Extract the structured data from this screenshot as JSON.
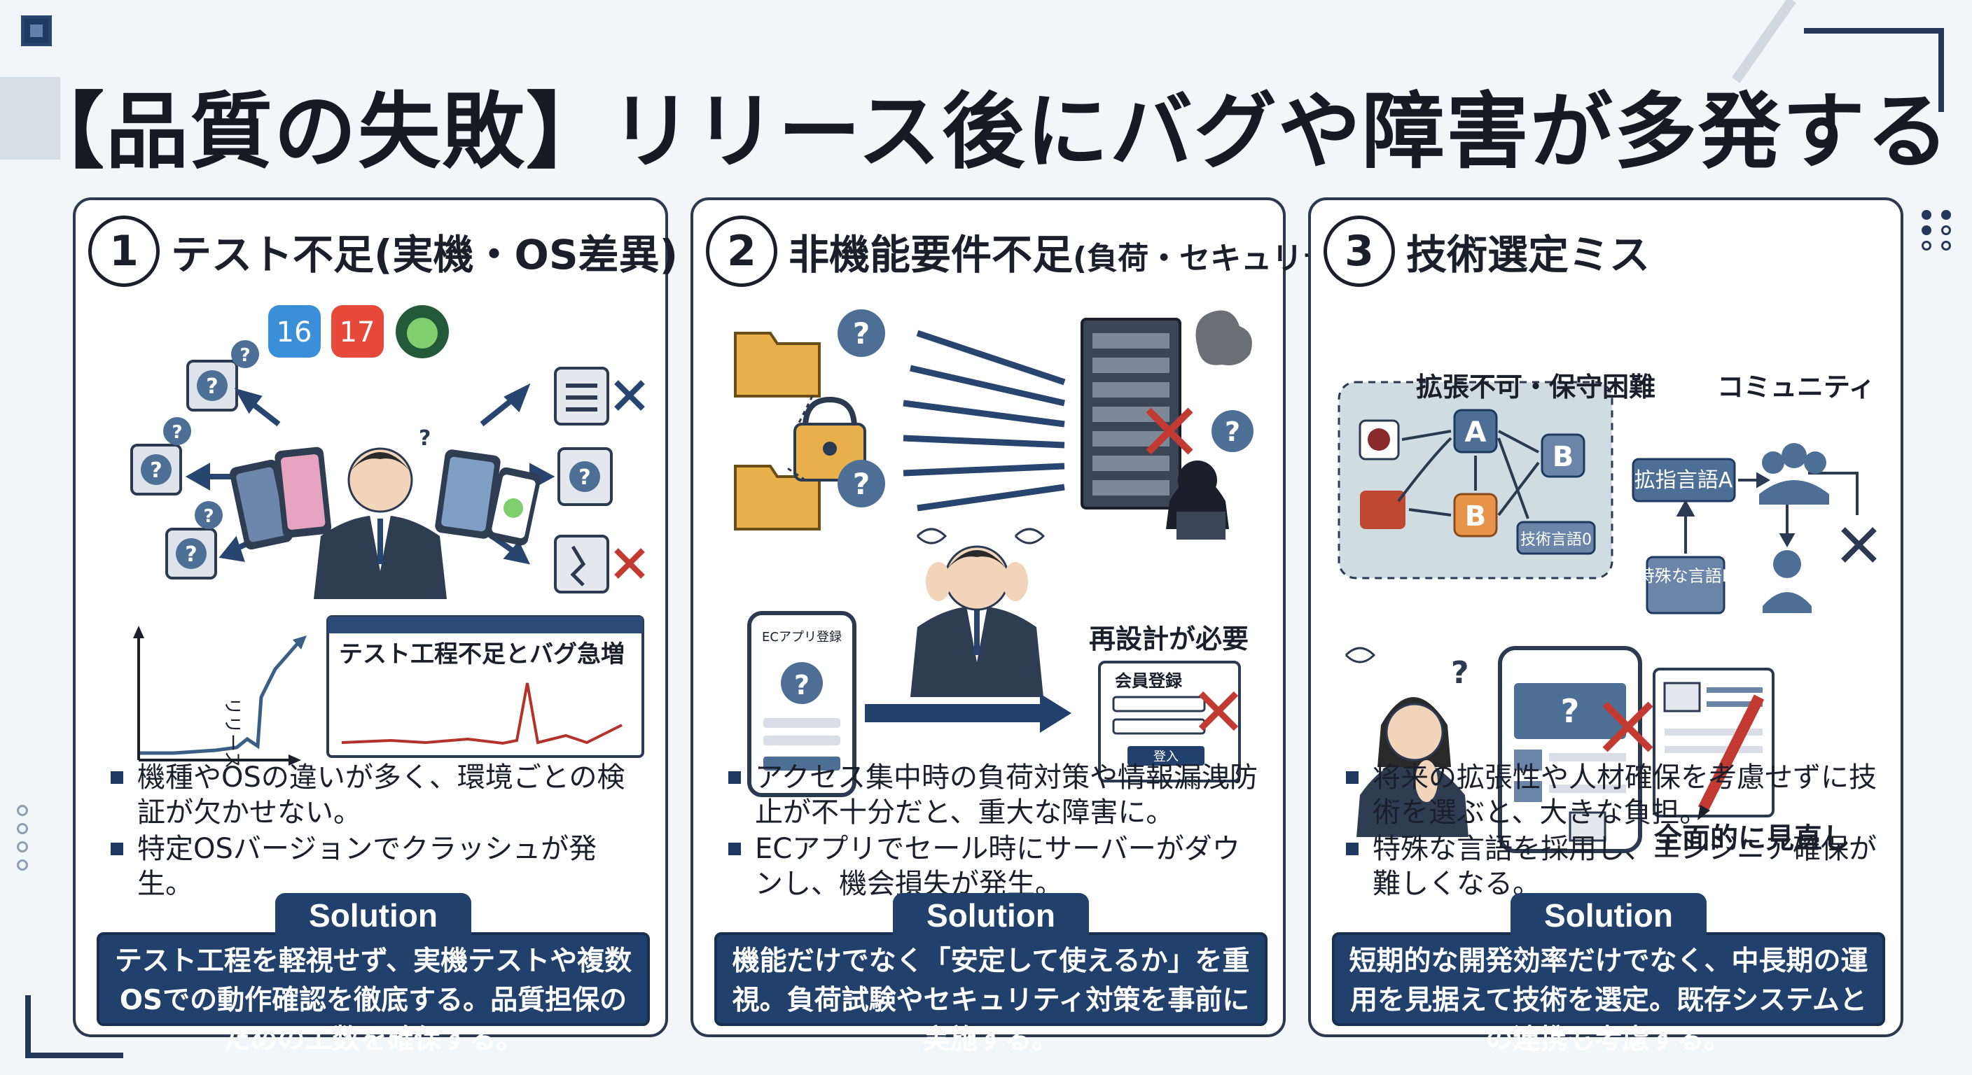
{
  "title": "【品質の失敗】リリース後にバグや障害が多発する",
  "panels": [
    {
      "number": "1",
      "title": "テスト不足(実機・OS差異)",
      "icon_labels": [
        "16",
        "17"
      ],
      "chart_label": "リリース",
      "window_title": "テスト工程不足とバグ急増",
      "bullets": [
        "機種やOSの違いが多く、環境ごとの検証が欠かせない。",
        "特定OSバージョンでクラッシュが発生。"
      ],
      "solution_label": "Solution",
      "solution_text": "テスト工程を軽視せず、実機テストや複数OSでの動作確認を徹底する。品質担保のための工数を確保する。"
    },
    {
      "number": "2",
      "title": "非機能要件不足",
      "title_suffix": "(負荷・セキュリティ)",
      "phone_label": "ECアプリ登録",
      "redesign_label": "再設計が必要",
      "form_title": "会員登録",
      "form_button": "登入",
      "bullets": [
        "アクセス集中時の負荷対策や情報漏洩防止が不十分だと、重大な障害に。",
        "ECアプリでセール時にサーバーがダウンし、機会損失が発生。"
      ],
      "solution_label": "Solution",
      "solution_text": "機能だけでなく「安定して使えるか」を重視。負荷試験やセキュリティ対策を事前に実施する。"
    },
    {
      "number": "3",
      "title": "技術選定ミス",
      "group_label": "拡張不可・保守困難",
      "community_label": "コミュニティ",
      "node_a": "A",
      "node_b": "B",
      "node_b2": "B",
      "lang_box": "技術言語0",
      "ext_lang": "拡指言語A",
      "special_lang": "特殊な言語B",
      "review_label": "全面的に見直し",
      "bullets": [
        "将来の拡張性や人材確保を考慮せずに技術を選ぶと、大きな負担。",
        "特殊な言語を採用し、エンジニア確保が難しくなる。"
      ],
      "solution_label": "Solution",
      "solution_text": "短期的な開発効率だけでなく、中長期の運用を見据えて技術を選定。既存システムとの連携も考慮する。"
    }
  ]
}
